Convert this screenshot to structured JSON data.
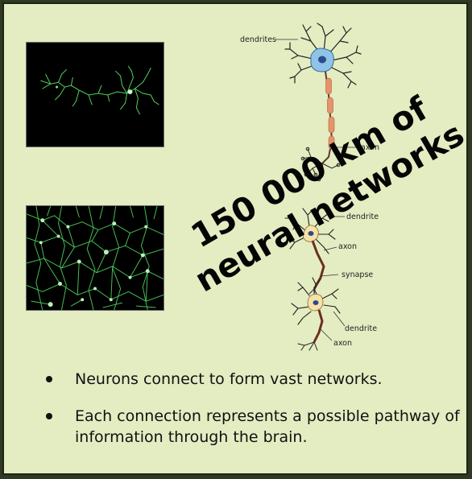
{
  "slide": {
    "headline": {
      "line1": "150 000 km of",
      "line2": "neural networks"
    },
    "diagram_labels": {
      "dendrites": "dendrites",
      "axon_top": "axon",
      "dendrite_1": "dendrite",
      "axon_mid": "axon",
      "synapse": "synapse",
      "dendrite_2": "dendrite",
      "axon_bottom": "axon"
    },
    "bullets": [
      "Neurons connect to form vast networks.",
      "Each connection represents a possible pathway of information through the brain."
    ]
  },
  "colors": {
    "background": "#e4ecc2",
    "neuron_body": "#8fc3e8",
    "axon_sheath": "#e4936a",
    "fluorescent_green": "#5fe06a"
  },
  "images": {
    "top_photo": "single fluorescent neuron on black",
    "bottom_photo": "dense fluorescent neuron network on black"
  }
}
